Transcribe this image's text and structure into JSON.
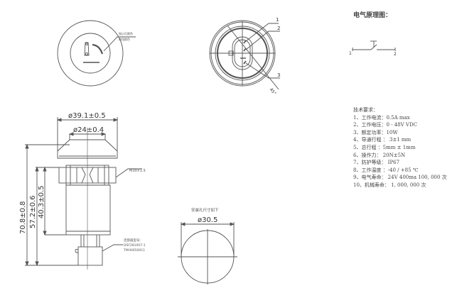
{
  "electrical_diagram": {
    "title": "电气原理图：",
    "terminal_left": "1",
    "terminal_right": "2"
  },
  "top_view": {
    "callout_line1": "指示灯颜色",
    "callout_line2": "按钮颜色"
  },
  "bottom_view": {
    "callouts": [
      "1",
      "2",
      "3"
    ],
    "angle_label": "45°"
  },
  "side_view": {
    "dim_outer_diameter": "ø39.1±0.5",
    "dim_inner_diameter": "ø24±0.4",
    "dim_total_height": "70.8±0.8",
    "dim_height_2": "57.2±0.6",
    "dim_height_3": "40.3±0.5",
    "thread_label": "M30×1.5",
    "connector_line1": "连接器型号：",
    "connector_line2": "DSF281007-1",
    "connector_line3": "TMH0650011"
  },
  "panel_cutout": {
    "title": "安装孔尺寸如下",
    "diameter": "ø30.5"
  },
  "tech_requirements": {
    "title": "技术要求：",
    "items": [
      "1、工作电流：0.5A max",
      "2、工作电压：0 - 48V VDC",
      "3、额定功率：10W",
      "4、导通行程 ：  3±1 mm",
      "5、总行程 ：5mm ± 1mm",
      "6、操作力：  20N±5N",
      "7、防护等级：  IP67",
      "8、工作温度 ：-40 / +85 ℃",
      "9、电气寿命：  24V 400ma 100, 000 次",
      "10、机械寿命：  1, 000, 000 次"
    ]
  }
}
